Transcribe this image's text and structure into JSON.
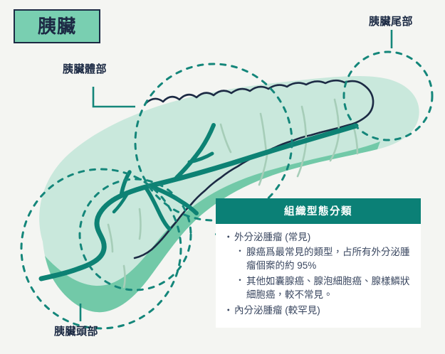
{
  "page": {
    "background_color": "#f4f5f2",
    "text_color": "#1c2a44"
  },
  "title": {
    "label": "胰臟",
    "fill_color": "#79cfb1",
    "border_color": "#1c2a44"
  },
  "callouts": [
    {
      "id": "body",
      "label": "胰臟體部"
    },
    {
      "id": "tail",
      "label": "胰臟尾部"
    },
    {
      "id": "head",
      "label": "胰臟頭部"
    }
  ],
  "diagram": {
    "name": "pancreas-anatomy-illustration",
    "organ_fill": "#c9e8dc",
    "duodenum_fill": "#72c9a8",
    "outline_color": "#1c2a44",
    "duct_color": "#0d8274",
    "lobule_line_color": "#a6cdb8",
    "highlight_circle_color": "#14867a",
    "regions": [
      "胰臟頭部",
      "胰臟體部",
      "胰臟尾部"
    ]
  },
  "info_panel": {
    "header": "組織型態分類",
    "header_bg": "#0b8076",
    "panel_bg": "#ffffff",
    "items": [
      {
        "level": 1,
        "text": "外分泌腫瘤 (常見)"
      },
      {
        "level": 2,
        "text": "腺癌爲最常見的類型，占所有外分泌腫瘤個案的約 95%"
      },
      {
        "level": 2,
        "text": "其他如囊腺癌、腺泡細胞癌、腺樣鱗狀細胞癌，較不常見。"
      },
      {
        "level": 1,
        "text": "內分泌腫瘤 (較罕見)"
      }
    ]
  }
}
